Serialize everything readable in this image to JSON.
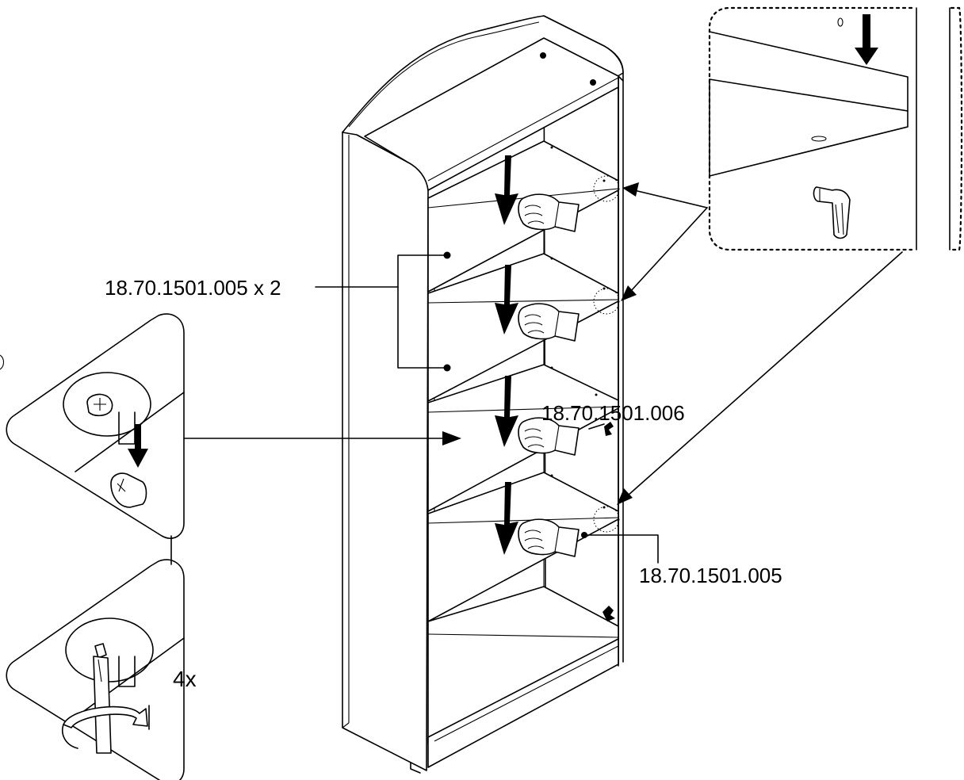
{
  "labels": {
    "shelf_pin_pair": "18.70.1501.005 x 2",
    "cam_bolt": "18.70.1501.006",
    "shelf_pin": "18.70.1501.005",
    "repeat_count": "4x"
  },
  "colors": {
    "line": "#000000",
    "background": "#ffffff"
  }
}
